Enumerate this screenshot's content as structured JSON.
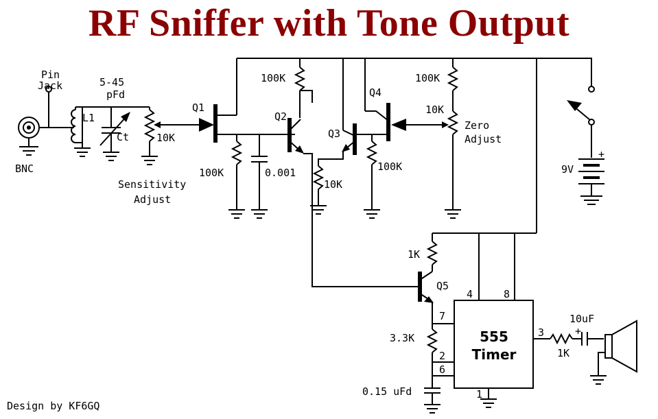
{
  "title": "RF Sniffer with Tone Output",
  "credit": "Design by KF6GQ",
  "labels": {
    "pin_jack_1": "Pin",
    "pin_jack_2": "Jack",
    "bnc": "BNC",
    "l1": "L1",
    "ct_range": "5-45",
    "ct_unit": "pFd",
    "ct": "Ct",
    "pot_10k": "10K",
    "sensitivity_1": "Sensitivity",
    "sensitivity_2": "Adjust",
    "q1": "Q1",
    "q2": "Q2",
    "q3": "Q3",
    "q4": "Q4",
    "q5": "Q5",
    "r_100k_top_left": "100K",
    "r_100k_top_right": "100K",
    "r_100k_q1": "100K",
    "c_0001": "0.001",
    "r_10k_q3": "10K",
    "r_100k_q4": "100K",
    "r_10k_zero": "10K",
    "zero_1": "Zero",
    "zero_2": "Adjust",
    "battery": "9V",
    "battery_plus": "+",
    "r_1k_q5": "1K",
    "r_33k": "3.3K",
    "c_015": "0.15 uFd",
    "timer_1": "555",
    "timer_2": "Timer",
    "pin_4": "4",
    "pin_8": "8",
    "pin_7": "7",
    "pin_2": "2",
    "pin_6": "6",
    "pin_1": "1",
    "pin_3": "3",
    "c_10uf": "10uF",
    "c_10uf_plus": "+",
    "r_1k_out": "1K"
  }
}
